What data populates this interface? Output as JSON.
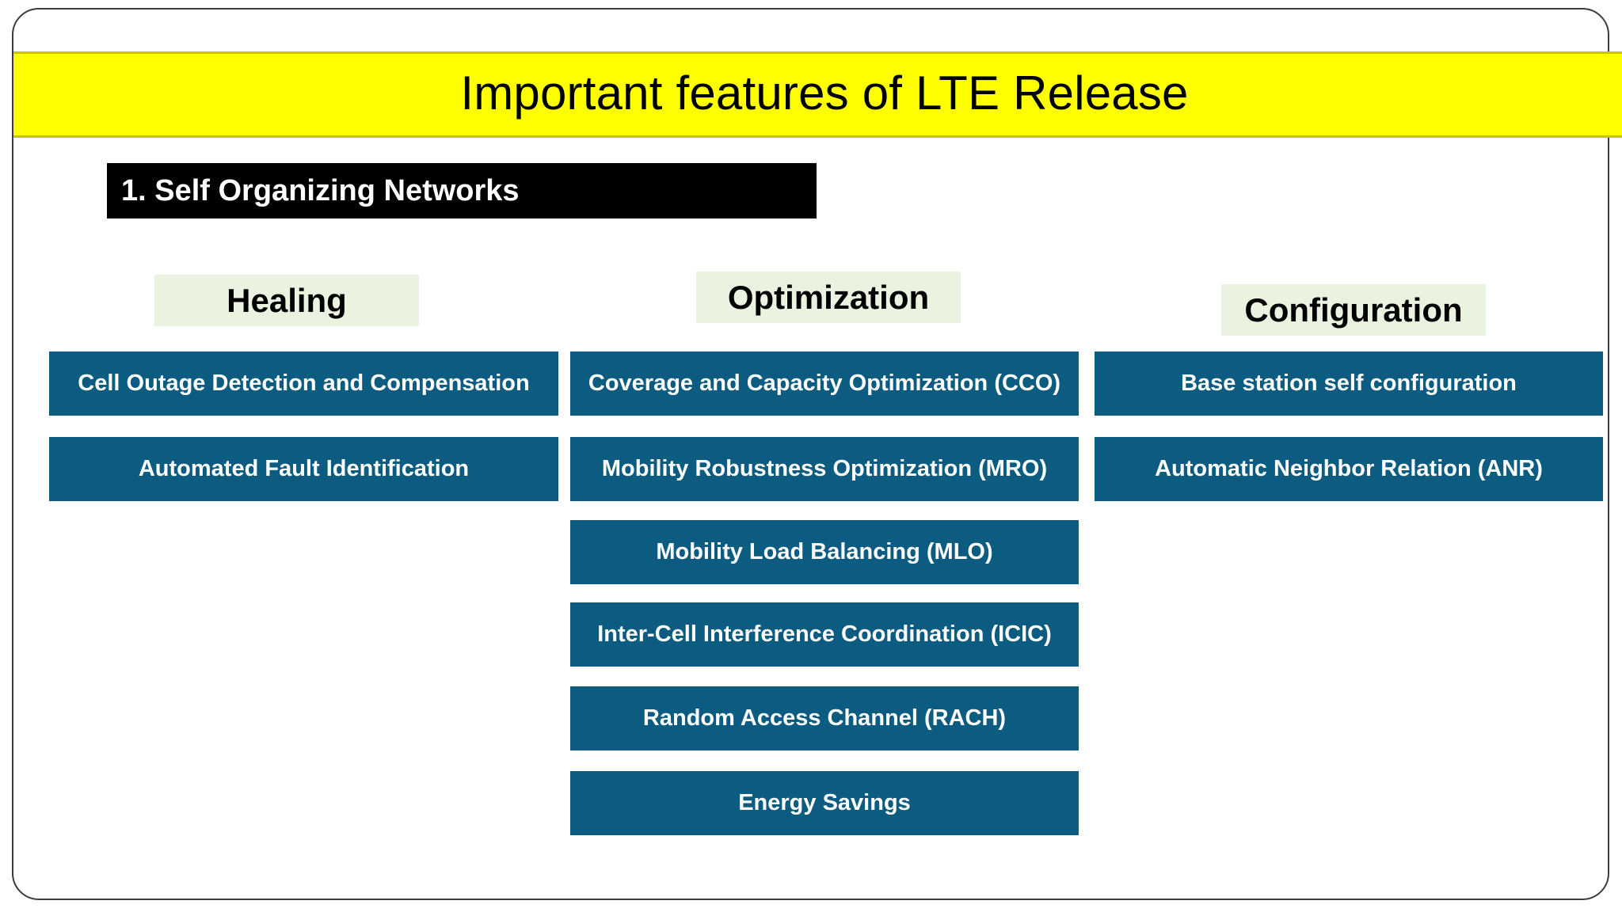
{
  "slide": {
    "title": "Important features of LTE Release",
    "section_heading": "1. Self Organizing Networks",
    "colors": {
      "banner_background": "#FFFF00",
      "banner_border": "#C9C400",
      "section_heading_background": "#000000",
      "column_header_background": "#EAF2E0",
      "item_box_background": "#0B5C80",
      "item_text": "#FFFFFF",
      "frame_border": "#3B3B44"
    }
  },
  "columns": [
    {
      "header": "Healing",
      "items": [
        "Cell Outage Detection and Compensation",
        "Automated Fault Identification"
      ]
    },
    {
      "header": "Optimization",
      "items": [
        "Coverage and Capacity Optimization (CCO)",
        "Mobility Robustness Optimization (MRO)",
        "Mobility Load Balancing (MLO)",
        "Inter-Cell Interference Coordination (ICIC)",
        "Random Access Channel (RACH)",
        "Energy Savings"
      ]
    },
    {
      "header": "Configuration",
      "items": [
        "Base station self configuration",
        "Automatic Neighbor Relation (ANR)"
      ]
    }
  ]
}
